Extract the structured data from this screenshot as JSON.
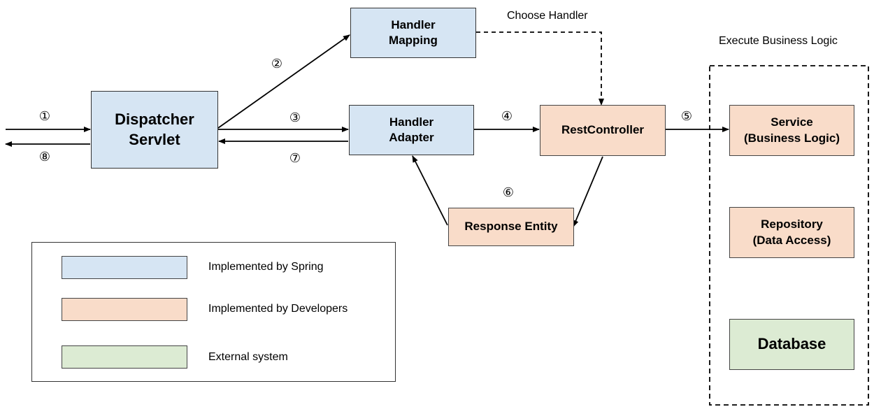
{
  "boxes": {
    "dispatcher": {
      "line1": "Dispatcher",
      "line2": "Servlet"
    },
    "handler_mapping": {
      "line1": "Handler",
      "line2": "Mapping"
    },
    "handler_adapter": {
      "line1": "Handler",
      "line2": "Adapter"
    },
    "rest_controller": {
      "line1": "RestController"
    },
    "response_entity": {
      "line1": "Response Entity"
    },
    "service": {
      "line1": "Service",
      "line2": "(Business Logic)"
    },
    "repository": {
      "line1": "Repository",
      "line2": "(Data Access)"
    },
    "database": {
      "line1": "Database"
    }
  },
  "annotations": {
    "choose_handler": "Choose Handler",
    "execute_business_logic": "Execute Business Logic"
  },
  "steps": {
    "s1": "①",
    "s2": "②",
    "s3": "③",
    "s4": "④",
    "s5": "⑤",
    "s6": "⑥",
    "s7": "⑦",
    "s8": "⑧"
  },
  "legend": {
    "items": [
      {
        "label": "Implemented by Spring",
        "color": "#d6e5f3"
      },
      {
        "label": "Implemented by Developers",
        "color": "#f9dcc9"
      },
      {
        "label": "External system",
        "color": "#dcebd3"
      }
    ]
  },
  "colors": {
    "spring": "#d6e5f3",
    "developer": "#f9dcc9",
    "external": "#dcebd3"
  }
}
